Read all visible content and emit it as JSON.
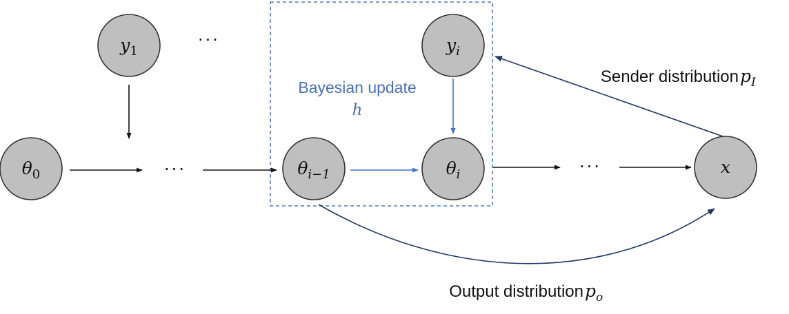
{
  "nodes": {
    "y1": {
      "main": "y",
      "sub": "1"
    },
    "yi": {
      "main": "y",
      "sub": "i"
    },
    "theta0": {
      "main": "θ",
      "sub": "0"
    },
    "theta_im1": {
      "main": "θ",
      "sub": "i−1"
    },
    "theta_i": {
      "main": "θ",
      "sub": "i"
    },
    "x": {
      "main": "x"
    }
  },
  "ellipses": {
    "top": "···",
    "left": "···",
    "right": "···"
  },
  "bayesian_box": {
    "label": "Bayesian update",
    "symbol": "h"
  },
  "sender": {
    "label": "Sender distribution ",
    "symbol": "p",
    "sub": "I"
  },
  "output": {
    "label": "Output distribution ",
    "symbol": "p",
    "sub": "o"
  },
  "colors": {
    "node_fill": "#bfbfbf",
    "node_stroke": "#333333",
    "blue_accent": "#4472c4",
    "navy_arrow": "#1f3864"
  }
}
